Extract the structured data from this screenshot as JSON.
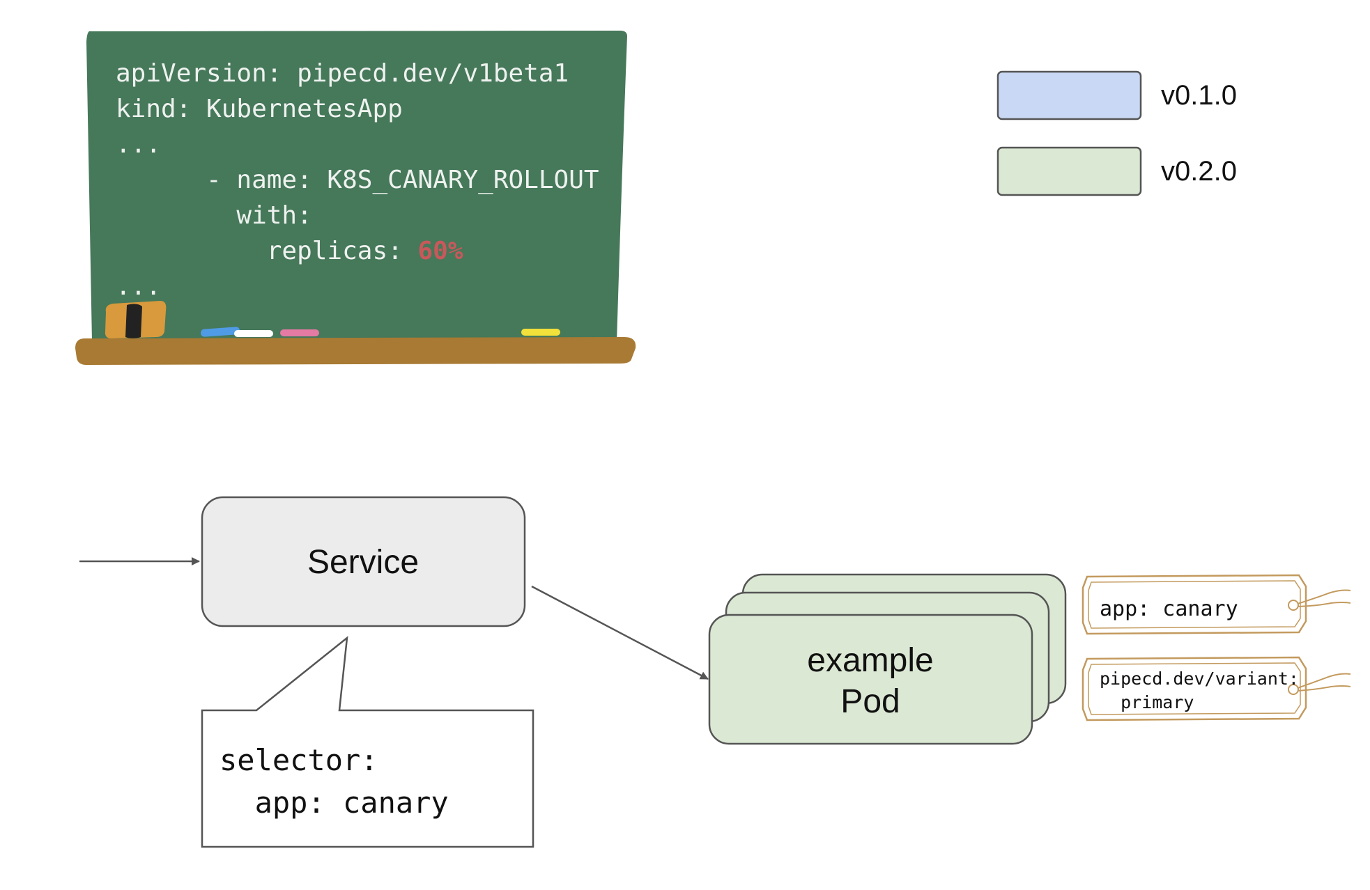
{
  "chalkboard": {
    "lines": [
      "apiVersion: pipecd.dev/v1beta1",
      "kind: KubernetesApp",
      "...",
      "      - name: K8S_CANARY_ROLLOUT",
      "        with:",
      "          replicas: ",
      "..."
    ],
    "replicas_value": "60%",
    "replicas_value_color": "#c9585b",
    "board_color": "#46785a",
    "chalk_text_color": "#eef2ef",
    "ledge_color": "#a87a33"
  },
  "legend": {
    "items": [
      {
        "label": "v0.1.0",
        "color": "#c9d8f4"
      },
      {
        "label": "v0.2.0",
        "color": "#dbe8d4"
      }
    ]
  },
  "service": {
    "label": "Service",
    "fill": "#ececec"
  },
  "selector_callout": {
    "line1": "selector:",
    "line2": "  app: canary"
  },
  "pod": {
    "line1": "example",
    "line2": "Pod",
    "fill": "#dbe8d4"
  },
  "tags": [
    {
      "line1": "app: canary",
      "line2": ""
    },
    {
      "line1": "pipecd.dev/variant:",
      "line2": "  primary"
    }
  ]
}
